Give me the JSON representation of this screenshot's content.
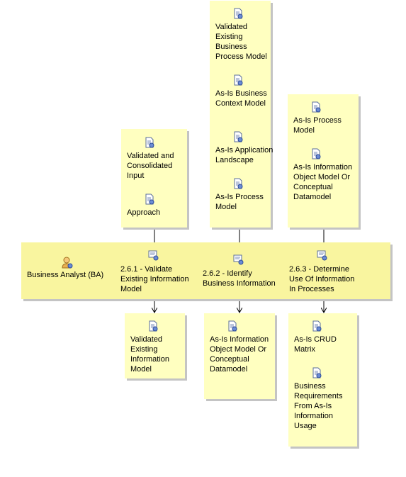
{
  "role": {
    "name": "Business Analyst (BA)",
    "icon": "role-person-icon"
  },
  "tasks": [
    {
      "id": "t1",
      "label": "2.6.1 - Validate Existing Information Model",
      "inputs": [
        "Validated and Consolidated Input",
        "Approach"
      ],
      "outputs": [
        "Validated Existing Information Model"
      ]
    },
    {
      "id": "t2",
      "label": "2.6.2 - Identify Business Information",
      "inputs": [
        "Validated Existing Business Process Model",
        "As-Is Business Context Model",
        "As-Is Application Landscape",
        "As-Is Process Model"
      ],
      "outputs": [
        "As-Is Information Object Model Or Conceptual Datamodel"
      ]
    },
    {
      "id": "t3",
      "label": "2.6.3 - Determine Use Of Information In Processes",
      "inputs": [
        "As-Is Process Model",
        "As-Is Information Object Model Or Conceptual Datamodel"
      ],
      "outputs": [
        "As-Is CRUD Matrix",
        "Business Requirements From As-Is Information Usage"
      ]
    }
  ],
  "icons": {
    "artifact": "document-artifact-icon",
    "task": "task-icon"
  },
  "colors": {
    "box": "#ffffc0",
    "lane": "#f9f59f",
    "shadow": "#c4c4c4",
    "line": "#000000"
  }
}
